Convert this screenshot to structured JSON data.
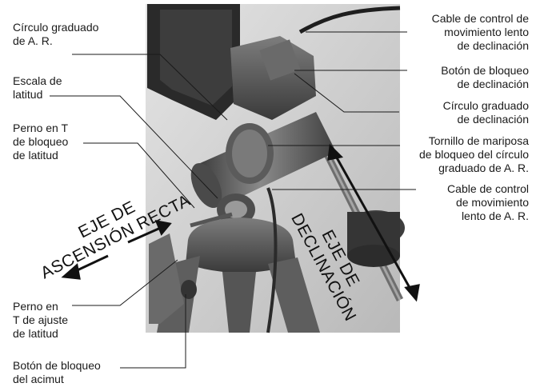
{
  "labels": {
    "circulo_ar": [
      "Círculo graduado",
      "de A. R."
    ],
    "escala_latitud": [
      "Escala de",
      "latitud"
    ],
    "perno_bloqueo_latitud": [
      "Perno en T",
      "de bloqueo",
      "de latitud"
    ],
    "perno_ajuste_latitud": [
      "Perno en",
      "T de ajuste",
      "de latitud"
    ],
    "boton_acimut": [
      "Botón de bloqueo",
      "del acimut"
    ],
    "cable_declinacion": [
      "Cable de control de",
      "movimiento lento",
      "de declinación"
    ],
    "boton_bloqueo_declinacion": [
      "Botón de bloqueo",
      "de declinación"
    ],
    "circulo_declinacion": [
      "Círculo graduado",
      "de declinación"
    ],
    "tornillo_mariposa": [
      "Tornillo de mariposa",
      "de bloqueo del círculo",
      "graduado de A. R."
    ],
    "cable_ar": [
      "Cable de control",
      "de movimiento",
      "lento de A. R."
    ]
  },
  "axes": {
    "ascension_recta": [
      "EJE DE",
      "ASCENSIÓN RECTA"
    ],
    "declinacion": [
      "EJE DE",
      "DECLINACIÓN"
    ]
  },
  "colors": {
    "text": "#1a1a1a",
    "photo_background": "#cfcfcf",
    "mount_metal": "#5a5a5a",
    "leader_line": "#1a1a1a"
  }
}
